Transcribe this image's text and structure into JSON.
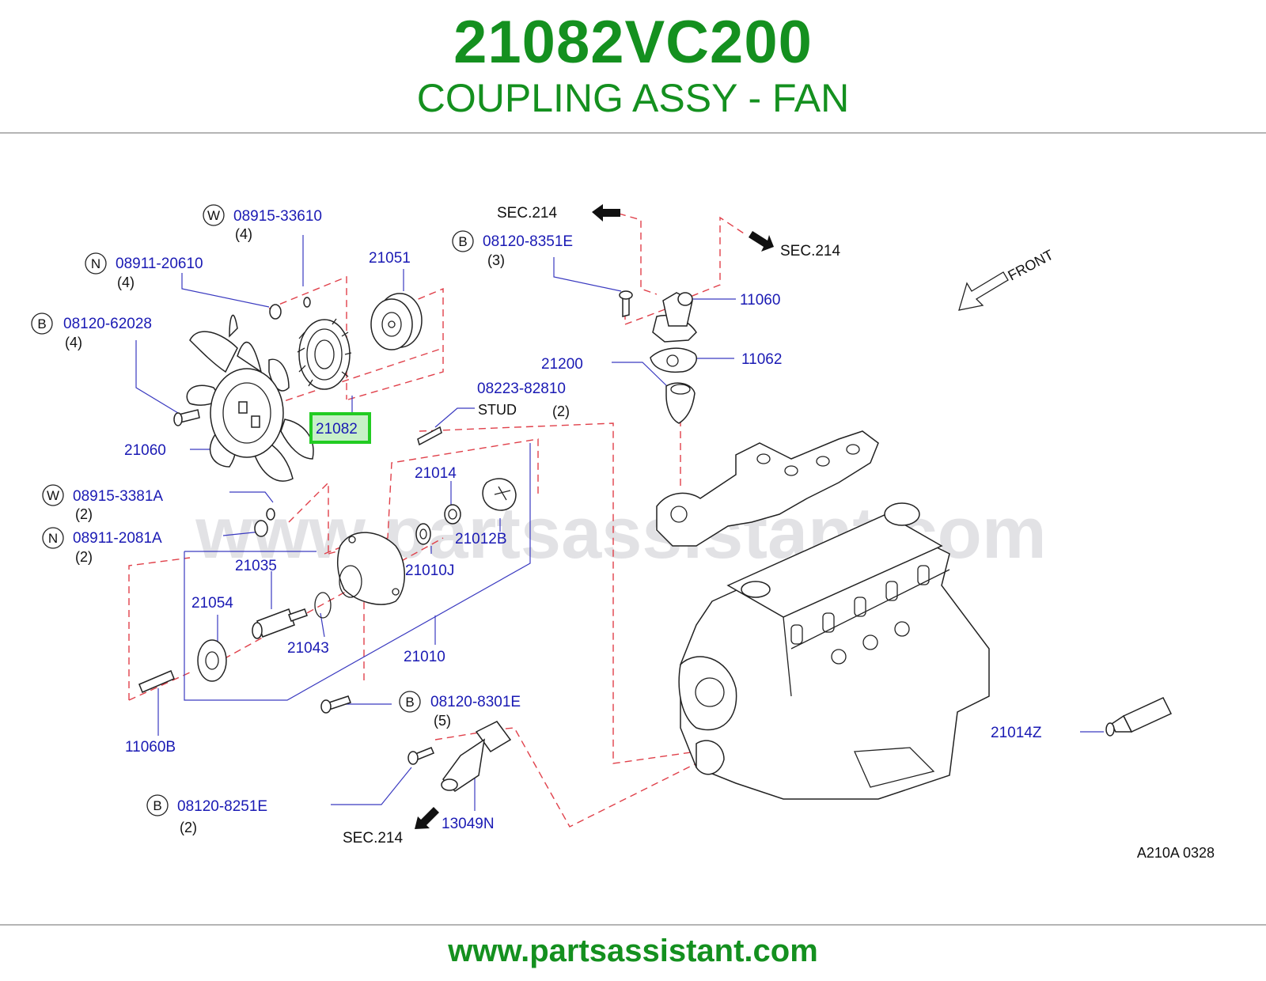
{
  "header": {
    "part_number": "21082VC200",
    "part_description": "COUPLING ASSY - FAN"
  },
  "footer": {
    "website": "www.partsassistant.com"
  },
  "watermark": "www.partsassistant.com",
  "diagram": {
    "highlighted_part": "21082",
    "front_label": "FRONT",
    "figure_code": "A210A 0328",
    "callouts": {
      "c_08915_33610": {
        "badge": "W",
        "number": "08915-33610",
        "qty": "(4)"
      },
      "c_08911_20610": {
        "badge": "N",
        "number": "08911-20610",
        "qty": "(4)"
      },
      "c_08120_62028": {
        "badge": "B",
        "number": "08120-62028",
        "qty": "(4)"
      },
      "c_21051": {
        "number": "21051"
      },
      "c_21082": {
        "number": "21082"
      },
      "c_21060": {
        "number": "21060"
      },
      "c_08223_82810": {
        "number": "08223-82810",
        "sub": "STUD",
        "qty": "(2)"
      },
      "c_08915_3381A": {
        "badge": "W",
        "number": "08915-3381A",
        "qty": "(2)"
      },
      "c_08911_2081A": {
        "badge": "N",
        "number": "08911-2081A",
        "qty": "(2)"
      },
      "c_21014": {
        "number": "21014"
      },
      "c_21012B": {
        "number": "21012B"
      },
      "c_21010J": {
        "number": "21010J"
      },
      "c_21035": {
        "number": "21035"
      },
      "c_21054": {
        "number": "21054"
      },
      "c_21043": {
        "number": "21043"
      },
      "c_21010": {
        "number": "21010"
      },
      "c_11060B": {
        "number": "11060B"
      },
      "c_08120_8301E": {
        "badge": "B",
        "number": "08120-8301E",
        "qty": "(5)"
      },
      "c_08120_8251E": {
        "badge": "B",
        "number": "08120-8251E",
        "qty": "(2)"
      },
      "c_13049N": {
        "number": "13049N"
      },
      "c_08120_8351E": {
        "badge": "B",
        "number": "08120-8351E",
        "qty": "(3)"
      },
      "c_11060": {
        "number": "11060"
      },
      "c_11062": {
        "number": "11062"
      },
      "c_21200": {
        "number": "21200"
      },
      "c_21014Z": {
        "number": "21014Z"
      }
    },
    "section_refs": {
      "sec_top_left": "SEC.214",
      "sec_top_right": "SEC.214",
      "sec_bottom": "SEC.214"
    }
  },
  "colors": {
    "header_green": "#14901f",
    "callout_blue": "#1a1ab4",
    "dashed_red": "#e0404a",
    "highlight_green": "#22cc22",
    "highlight_fill": "#c8f0c8"
  }
}
